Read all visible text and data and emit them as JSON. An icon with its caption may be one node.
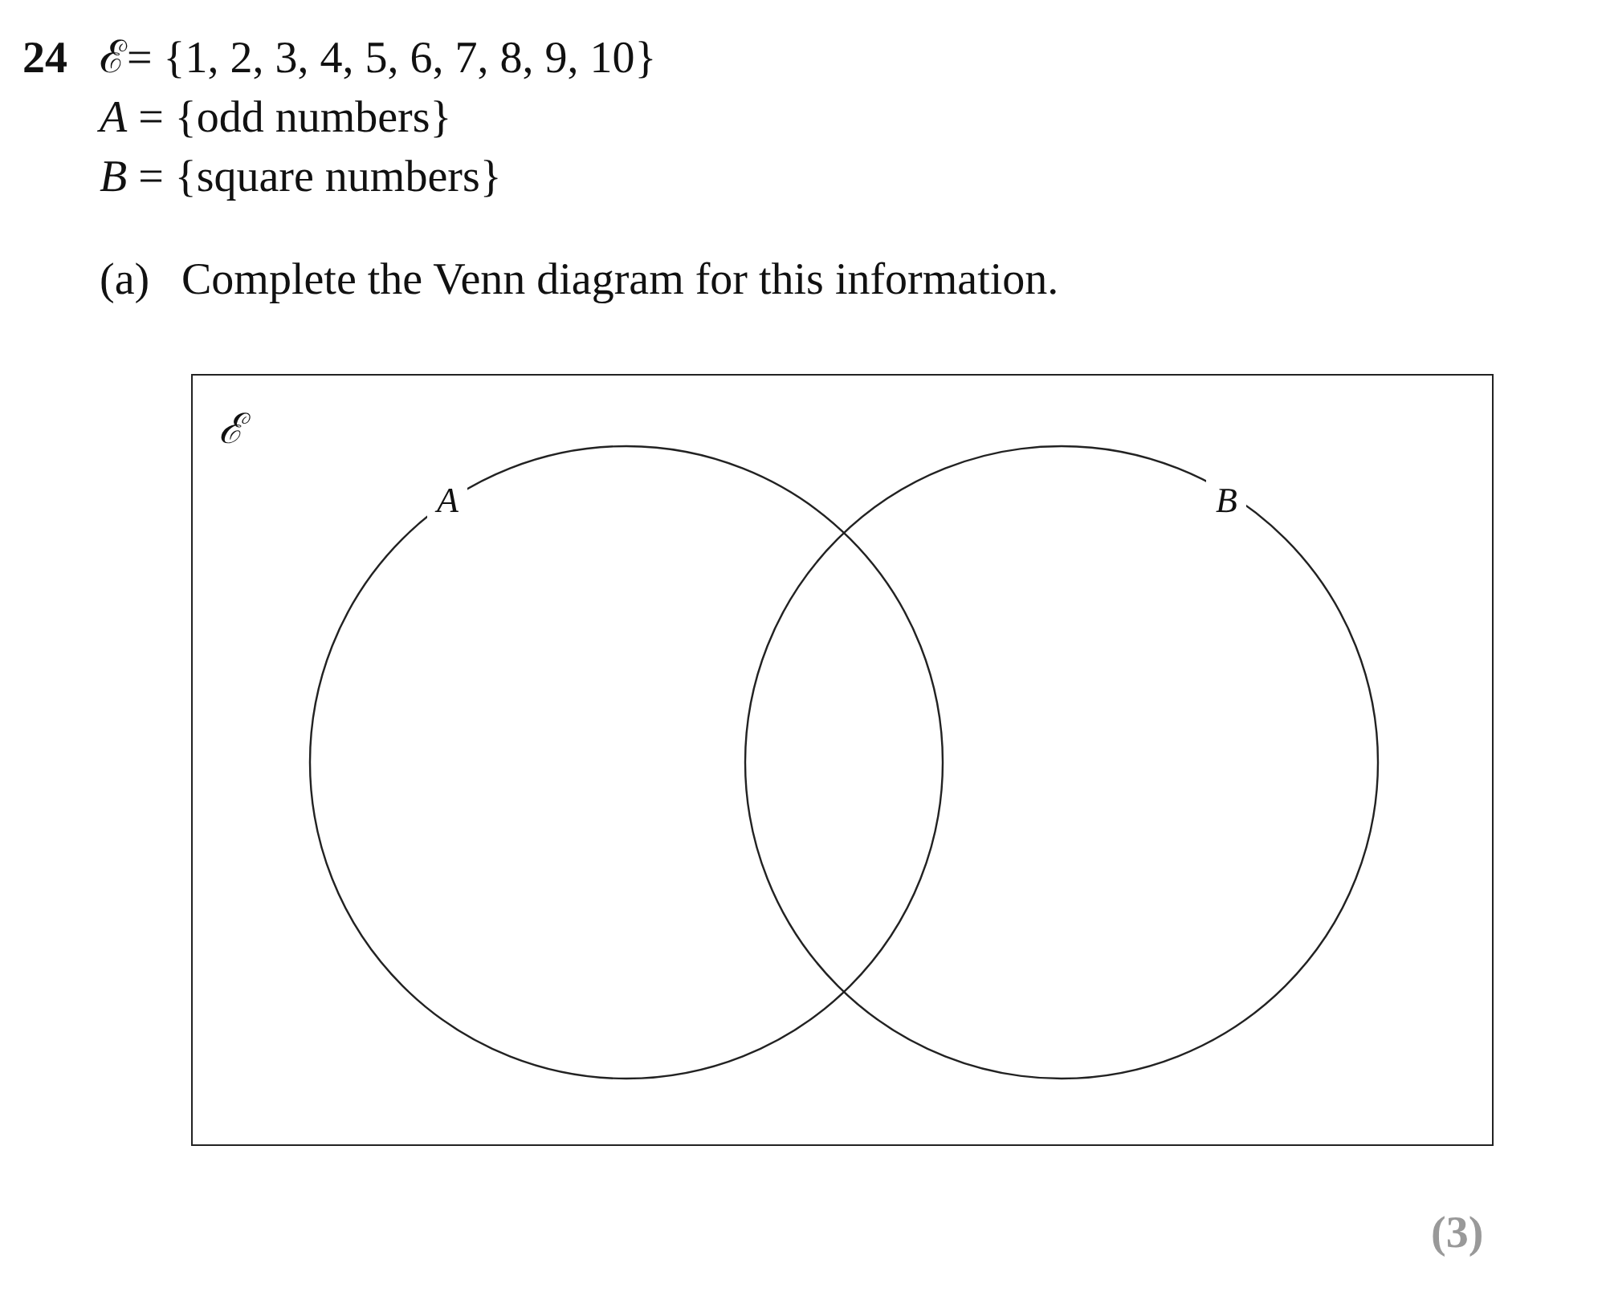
{
  "diagram": {
    "nodes": [
      {
        "text": [
          "ℰ"
        ]
      },
      {
        "text": [
          "*A*"
        ],
        "in": 0
      },
      {
        "text": [
          "*B*"
        ],
        "in": 0
      }
    ],
    "edges": [],
    "labels": [
      "24",
      "ℰ= {1, 2, 3, 4, 5, 6, 7, 8, 9, 10}",
      "*A* = {odd numbers}",
      "*B* = {square numbers}",
      "(a)",
      "Complete the Venn diagram for this information.",
      "(3)"
    ]
  }
}
